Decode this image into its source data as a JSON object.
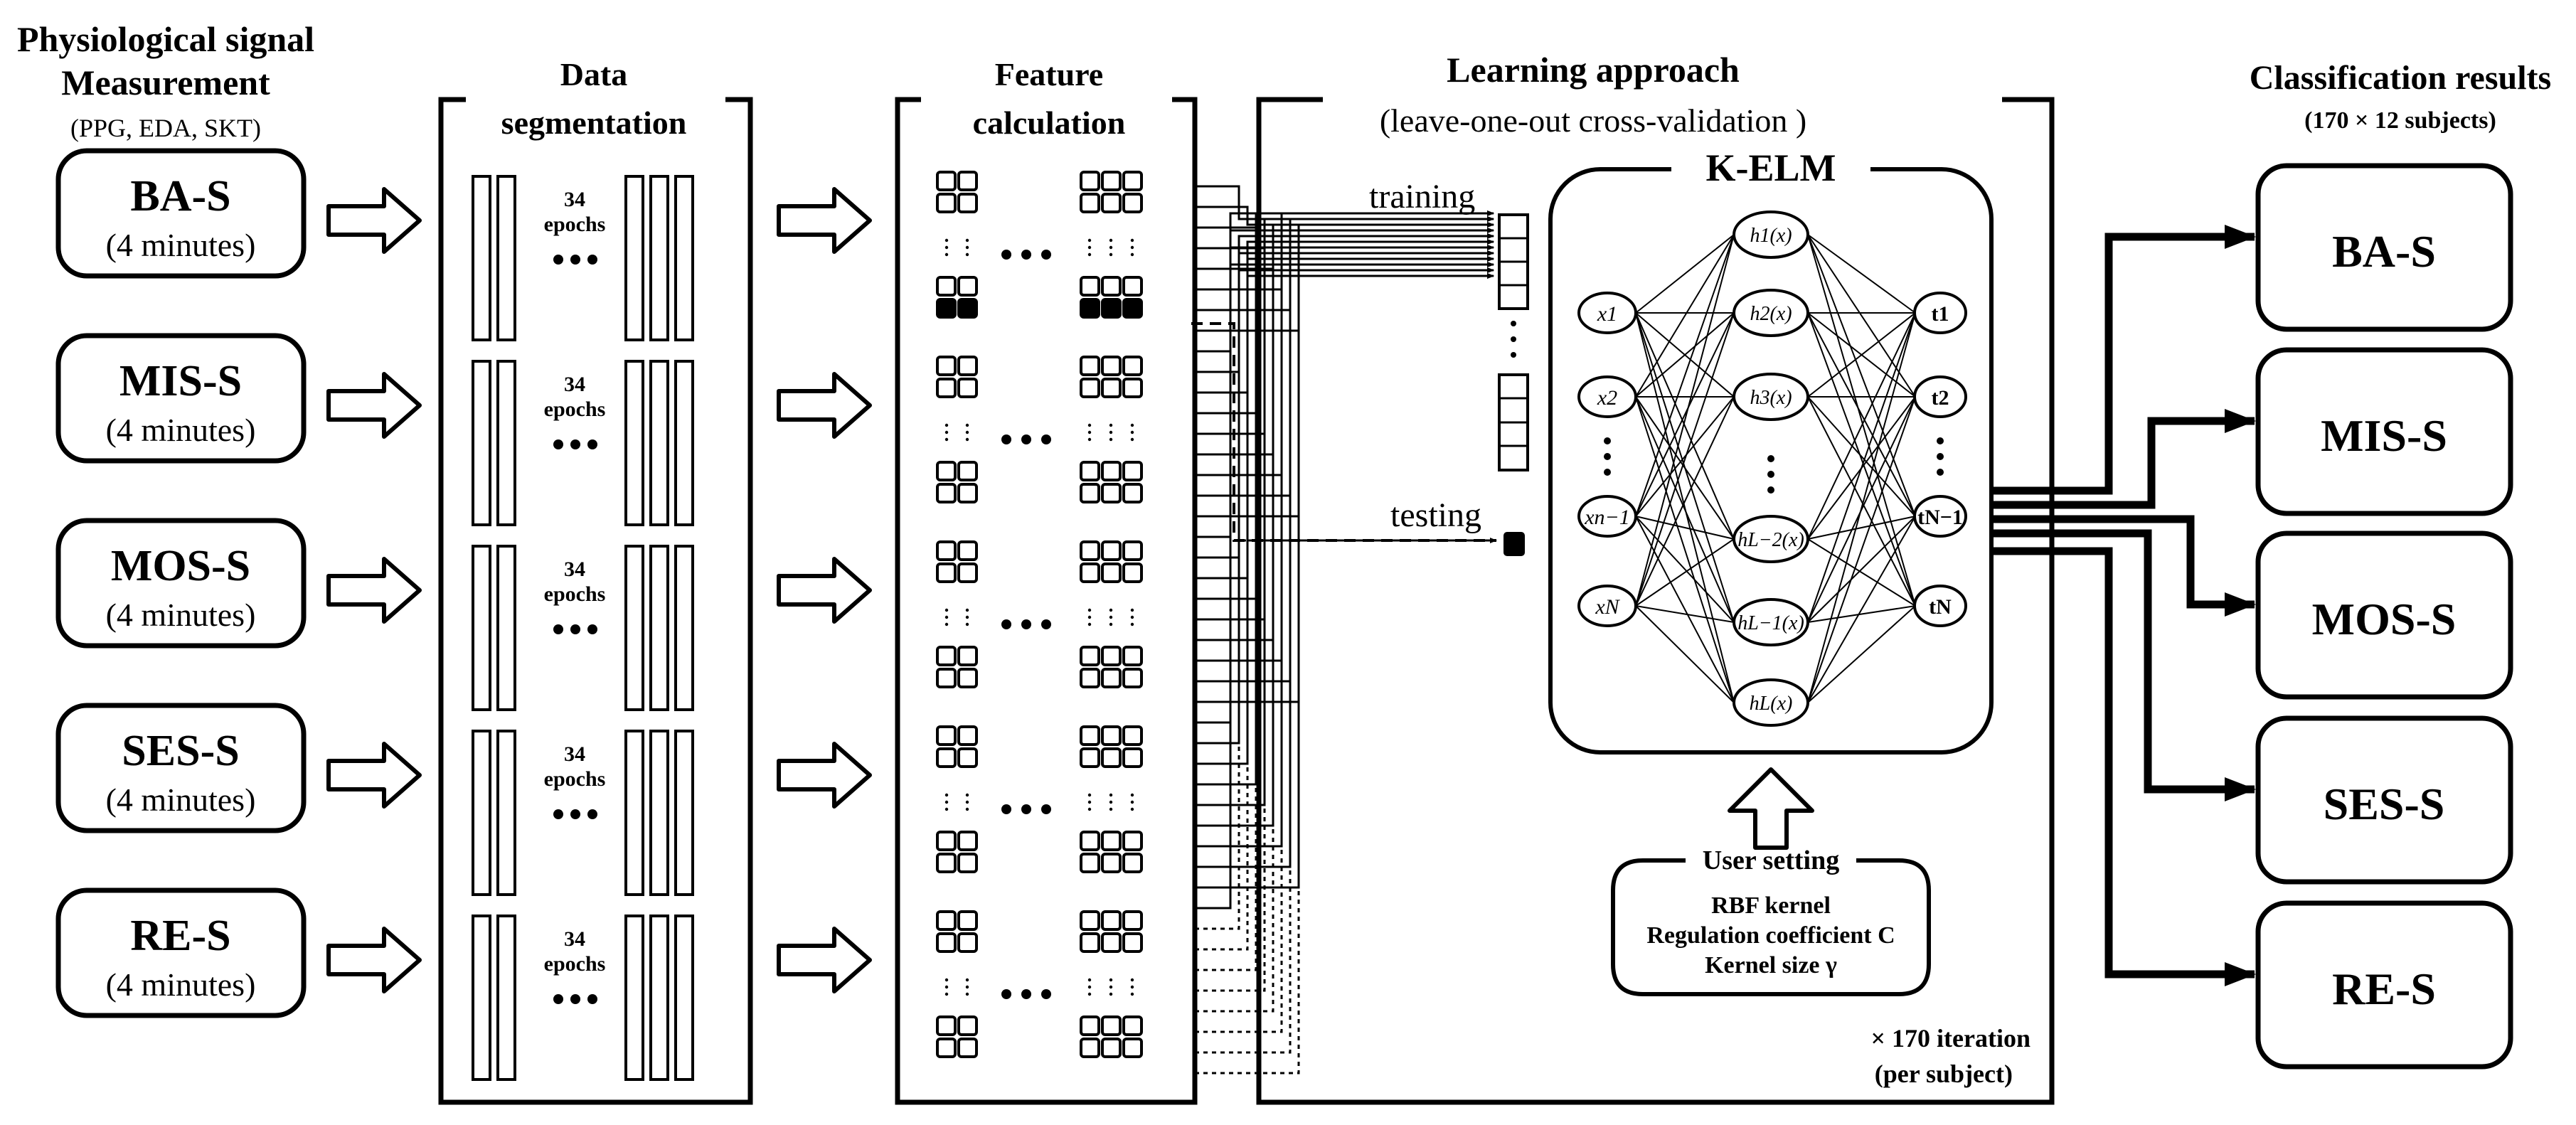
{
  "measurement": {
    "title_line1": "Physiological signal",
    "title_line2": "Measurement",
    "subtitle": "(PPG, EDA, SKT)",
    "conditions": [
      {
        "name": "BA-S",
        "duration": "(4 minutes)"
      },
      {
        "name": "MIS-S",
        "duration": "(4 minutes)"
      },
      {
        "name": "MOS-S",
        "duration": "(4 minutes)"
      },
      {
        "name": "SES-S",
        "duration": "(4 minutes)"
      },
      {
        "name": "RE-S",
        "duration": "(4 minutes)"
      }
    ]
  },
  "segmentation": {
    "title_line1": "Data",
    "title_line2": "segmentation",
    "epoch_count": "34",
    "epoch_word": "epochs"
  },
  "features": {
    "title_line1": "Feature",
    "title_line2": "calculation"
  },
  "learning": {
    "title": "Learning approach",
    "subtitle": "(leave-one-out cross-validation )",
    "training_label": "training",
    "testing_label": "testing",
    "model_title": "K-ELM",
    "inputs": [
      "x1",
      "x2",
      "xn−1",
      "xN"
    ],
    "hidden": [
      "h1(x)",
      "h2(x)",
      "h3(x)",
      "hL−2(x)",
      "hL−1(x)",
      "hL(x)"
    ],
    "outputs": [
      "t1",
      "t2",
      "tN−1",
      "tN"
    ],
    "user_setting": {
      "title": "User setting",
      "lines": [
        "RBF kernel",
        "Regulation coefficient C",
        "Kernel size γ"
      ]
    },
    "iteration_line1": "× 170 iteration",
    "iteration_line2": "(per subject)"
  },
  "results": {
    "title": "Classification results",
    "subtitle": "(170 × 12 subjects)",
    "classes": [
      "BA-S",
      "MIS-S",
      "MOS-S",
      "SES-S",
      "RE-S"
    ]
  }
}
